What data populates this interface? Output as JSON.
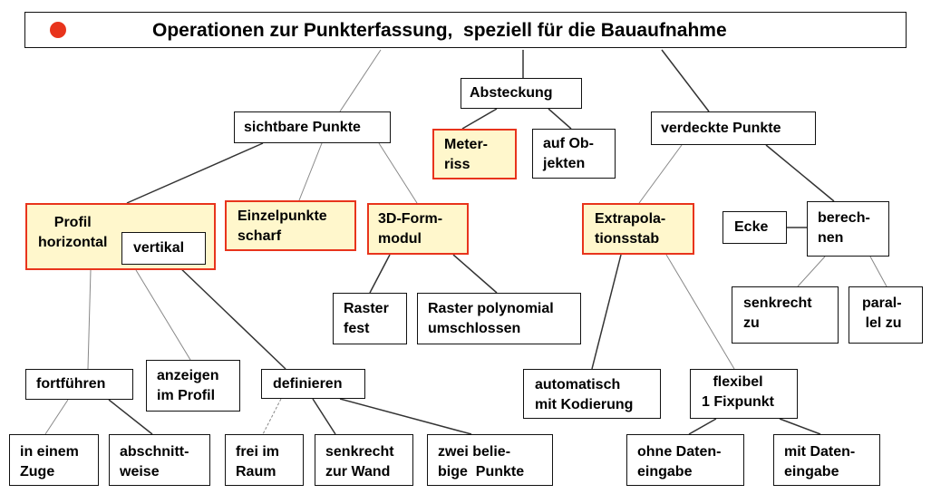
{
  "title": "Operationen zur Punkterfassung,  speziell für die Bauaufnahme",
  "colors": {
    "highlight_border": "#e8341c",
    "highlight_fill": "#fff7cc",
    "bullet": "#e8341c"
  },
  "nodes": {
    "absteckung": "Absteckung",
    "sichtbare": "sichtbare Punkte",
    "verdeckte": "verdeckte Punkte",
    "meterriss": "Meter-\nriss",
    "aufobjekten": "auf Ob-\njekten",
    "profil": "Profil\nhorizontal",
    "vertikal": "vertikal",
    "einzelpunkte": "Einzelpunkte\nscharf",
    "formmodul": "3D-Form-\nmodul",
    "extrapolation": "Extrapola-\ntionsstab",
    "ecke": "Ecke",
    "berechnen": "berech-\nnen",
    "rasterfest": "Raster\nfest",
    "rasterpoly": "Raster polynomial\numschlossen",
    "senkrechtzu": "senkrecht\nzu",
    "parallelzu": "paral-\nlel zu",
    "fortfuehren": "fortführen",
    "anzeigen": "anzeigen\nim Profil",
    "definieren": "definieren",
    "automatisch": "automatisch\nmit Kodierung",
    "flexibel": "flexibel\n1 Fixpunkt",
    "ineinem": "in einem\nZuge",
    "abschnitt": "abschnitt-\nweise",
    "freiimraum": "frei im\nRaum",
    "senkrechtwand": "senkrecht\nzur Wand",
    "zweibeliebige": "zwei belie-\nbige  Punkte",
    "ohnedaten": "ohne Daten-\neingabe",
    "mitdaten": "mit Daten-\neingabe"
  }
}
